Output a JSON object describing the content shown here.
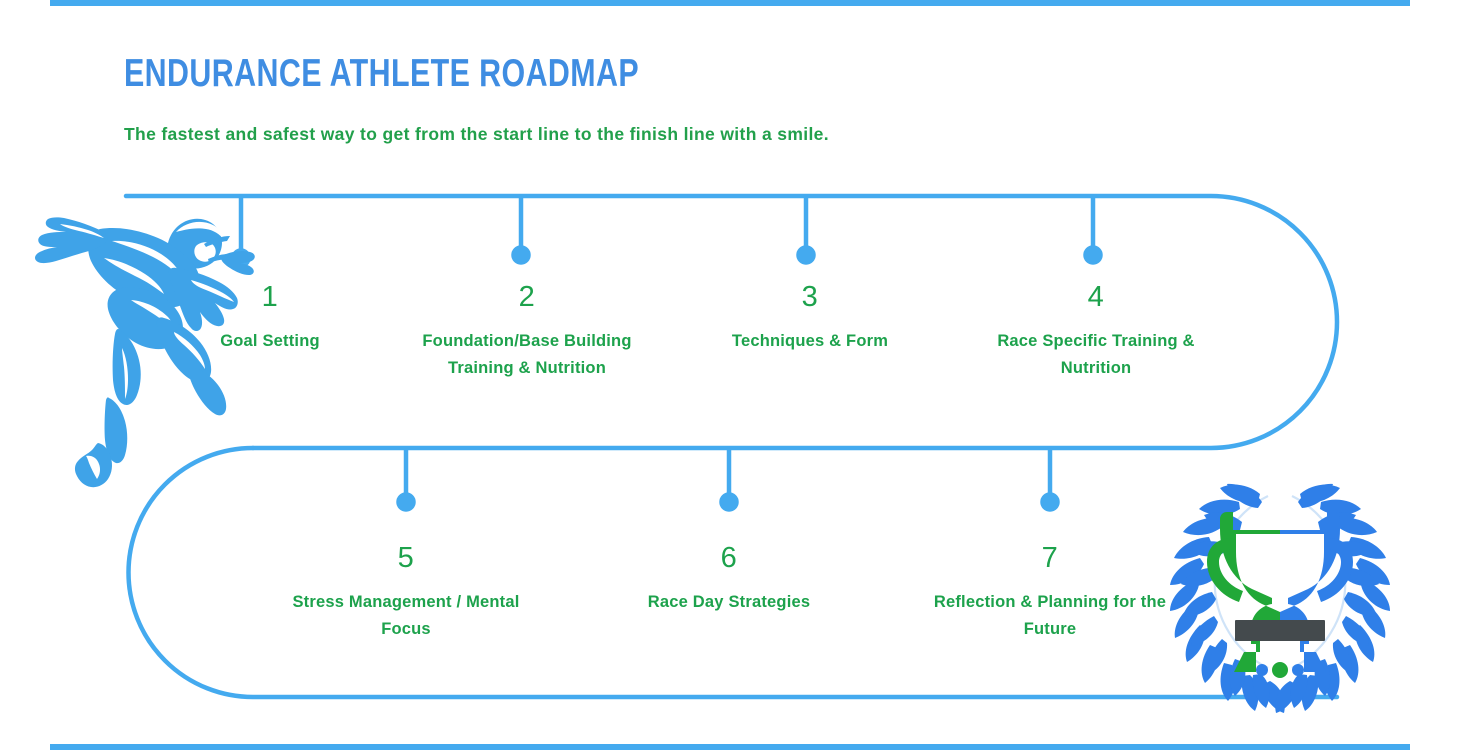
{
  "header": {
    "title": "ENDURANCE ATHLETE ROADMAP",
    "subtitle": "The fastest and safest way to get from the start line to the finish line with a smile."
  },
  "colors": {
    "track_blue": "#44aaef",
    "title_blue": "#3f8de2",
    "text_green": "#1da24c",
    "trophy_green": "#21a838",
    "trophy_blue": "#2f7fe8",
    "trophy_base": "#444a4d",
    "runner_blue": "#3fa3e8",
    "background": "#ffffff"
  },
  "steps": [
    {
      "number": "1",
      "label": "Goal Setting"
    },
    {
      "number": "2",
      "label": "Foundation/Base Building Training & Nutrition"
    },
    {
      "number": "3",
      "label": "Techniques & Form"
    },
    {
      "number": "4",
      "label": "Race Specific Training & Nutrition"
    },
    {
      "number": "5",
      "label": "Stress Management / Mental Focus"
    },
    {
      "number": "6",
      "label": "Race Day Strategies"
    },
    {
      "number": "7",
      "label": "Reflection & Planning for the Future"
    }
  ],
  "decorations": {
    "runner": "running-athlete-icon",
    "trophy": "trophy-laurel-icon",
    "top_bar": "accent-bar-top",
    "bottom_bar": "accent-bar-bottom"
  }
}
